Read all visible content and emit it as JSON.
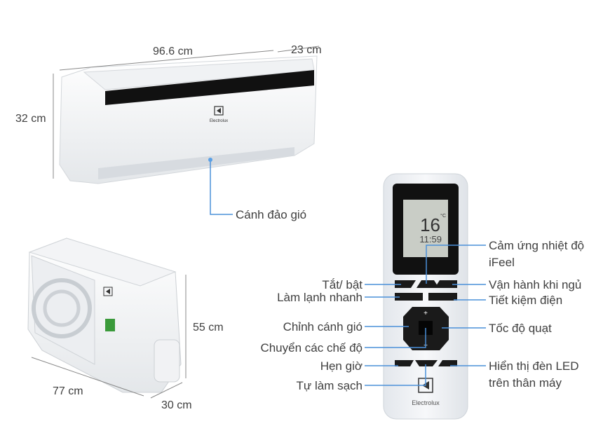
{
  "brand": "Electrolux",
  "colors": {
    "callout_line": "#4a90d9",
    "text": "#3f3f3f",
    "lcd": "#c9cdc6"
  },
  "indoor_unit": {
    "width": "96.6 cm",
    "depth": "23 cm",
    "height": "32 cm",
    "callout": "Cánh đảo gió"
  },
  "outdoor_unit": {
    "height": "55 cm",
    "width": "77 cm",
    "depth": "30 cm"
  },
  "remote": {
    "lcd_temp": "16",
    "lcd_unit": "°C",
    "lcd_time": "11:59",
    "plus": "+",
    "minus": "−",
    "left_labels": [
      "Tắt/ bật",
      "Làm lạnh nhanh",
      "Chỉnh cánh gió",
      "Chuyển các chế độ",
      "Hẹn giờ",
      "Tự làm sạch"
    ],
    "right_labels": [
      "Cảm ứng nhiệt độ",
      "iFeel",
      "Vận hành khi ngủ",
      "Tiết kiệm điện",
      "Tốc độ quạt",
      "Hiển thị đèn LED",
      "trên thân máy"
    ]
  }
}
